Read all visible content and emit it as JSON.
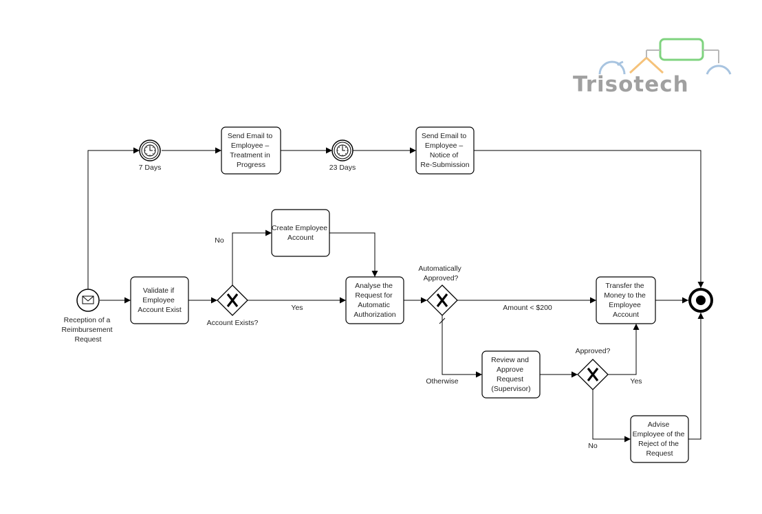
{
  "logo": {
    "text": "Trisotech"
  },
  "start_event": {
    "label_lines": [
      "Reception of a",
      "Reimbursement",
      "Request"
    ]
  },
  "timers": [
    {
      "id": "timer-7-days",
      "label": "7 Days"
    },
    {
      "id": "timer-23-days",
      "label": "23 Days"
    }
  ],
  "tasks": [
    {
      "id": "send-email-treatment",
      "lines": [
        "Send Email to",
        "Employee –",
        "Treatment in",
        "Progress"
      ]
    },
    {
      "id": "send-email-resubmission",
      "lines": [
        "Send Email to",
        "Employee –",
        "Notice of",
        "Re-Submission"
      ]
    },
    {
      "id": "validate-account",
      "lines": [
        "Validate if",
        "Employee",
        "Account Exist"
      ]
    },
    {
      "id": "create-account",
      "lines": [
        "Create Employee",
        "Account"
      ]
    },
    {
      "id": "analyse-request",
      "lines": [
        "Analyse the",
        "Request for",
        "Automatic",
        "Authorization"
      ]
    },
    {
      "id": "transfer-money",
      "lines": [
        "Transfer the",
        "Money to the",
        "Employee",
        "Account"
      ]
    },
    {
      "id": "review-approve",
      "lines": [
        "Review and",
        "Approve",
        "Request",
        "(Supervisor)"
      ]
    },
    {
      "id": "advise-reject",
      "lines": [
        "Advise",
        "Employee of the",
        "Reject of the",
        "Request"
      ]
    }
  ],
  "gateways": [
    {
      "id": "gateway-account-exists",
      "label_lines": [
        "Account Exists?"
      ]
    },
    {
      "id": "gateway-auto-approved",
      "label_lines": [
        "Automatically",
        "Approved?"
      ]
    },
    {
      "id": "gateway-approved",
      "label_lines": [
        "Approved?"
      ]
    }
  ],
  "flow_labels": {
    "no_create": "No",
    "yes_analyse": "Yes",
    "amount": "Amount < $200",
    "otherwise": "Otherwise",
    "yes_transfer": "Yes",
    "no_advise": "No"
  },
  "colors": {
    "stroke": "#000000",
    "logo_blue": "#a8c4e0",
    "logo_gray": "#b8b8b8",
    "logo_green": "#7fd37f",
    "logo_orange": "#f5c27a"
  }
}
